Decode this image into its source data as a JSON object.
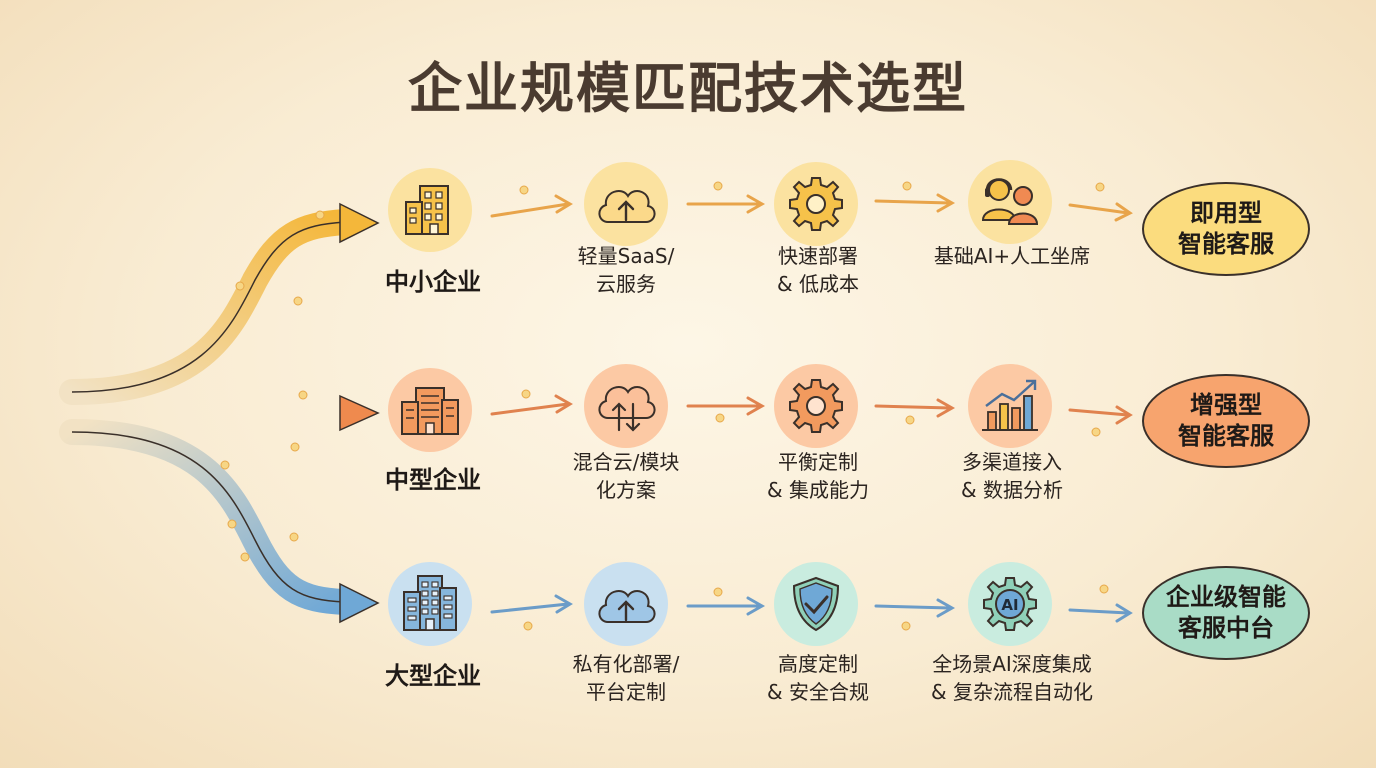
{
  "title": "企业规模匹配技术选型",
  "rows": [
    {
      "company": "中小企业",
      "building_icon": "small-office-building-icon",
      "stages": [
        {
          "icon": "cloud-upload-icon",
          "lines": [
            "轻量SaaS/",
            "云服务"
          ]
        },
        {
          "icon": "gear-icon",
          "lines": [
            "快速部署",
            "& 低成本"
          ]
        },
        {
          "icon": "headset-agent-icon",
          "lines": [
            "基础AI+人工坐席"
          ]
        }
      ],
      "result": [
        "即用型",
        "智能客服"
      ],
      "color": "#f4b73a"
    },
    {
      "company": "中型企业",
      "building_icon": "mid-office-building-icon",
      "stages": [
        {
          "icon": "cloud-sync-icon",
          "lines": [
            "混合云/模块",
            "化方案"
          ]
        },
        {
          "icon": "gear-icon",
          "lines": [
            "平衡定制",
            "& 集成能力"
          ]
        },
        {
          "icon": "bar-chart-growth-icon",
          "lines": [
            "多渠道接入",
            "& 数据分析"
          ]
        }
      ],
      "result": [
        "增强型",
        "智能客服"
      ],
      "color": "#ef8a4e"
    },
    {
      "company": "大型企业",
      "building_icon": "large-office-building-icon",
      "stages": [
        {
          "icon": "cloud-upload-icon",
          "lines": [
            "私有化部署/",
            "平台定制"
          ]
        },
        {
          "icon": "shield-check-icon",
          "lines": [
            "高度定制",
            "& 安全合规"
          ]
        },
        {
          "icon": "ai-gear-icon",
          "lines": [
            "全场景AI深度集成",
            "& 复杂流程自动化"
          ]
        }
      ],
      "result": [
        "企业级智能",
        "客服中台"
      ],
      "color": "#6fa8d6"
    }
  ]
}
